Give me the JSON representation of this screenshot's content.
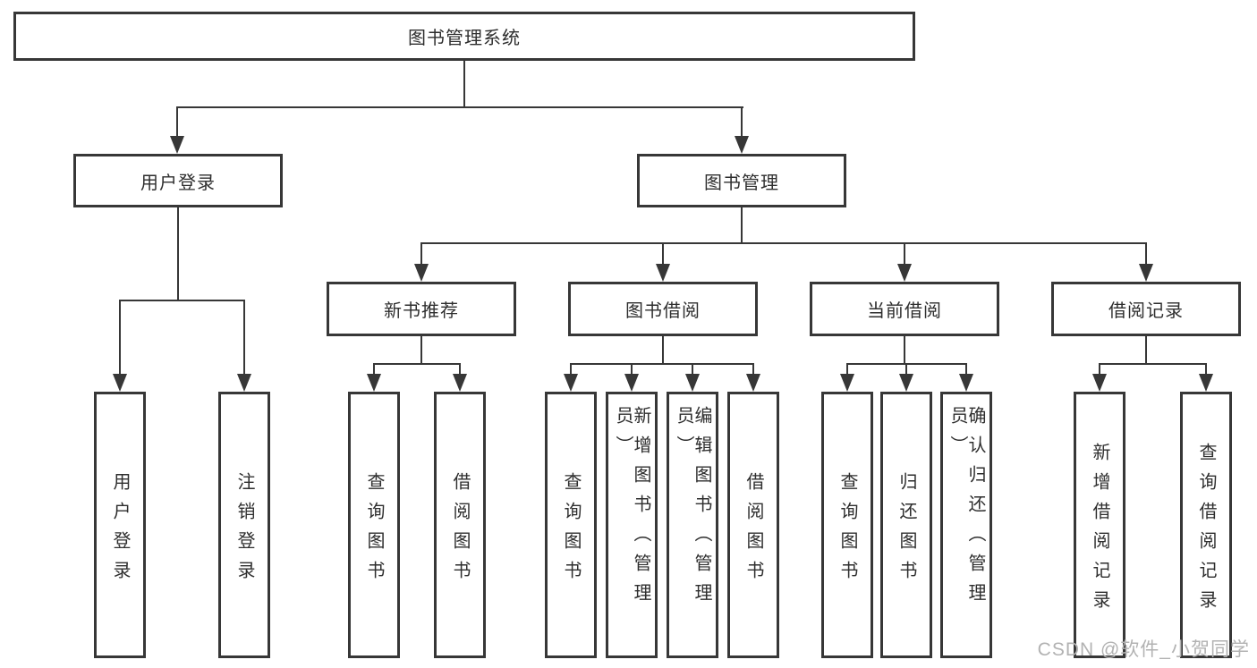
{
  "tree": {
    "root": {
      "label": "图书管理系统"
    },
    "login": {
      "label": "用户登录",
      "children": [
        {
          "label": "用户登录"
        },
        {
          "label": "注销登录"
        }
      ]
    },
    "management": {
      "label": "图书管理",
      "sections": [
        {
          "label": "新书推荐",
          "children": [
            {
              "label": "查询图书"
            },
            {
              "label": "借阅图书"
            }
          ]
        },
        {
          "label": "图书借阅",
          "children": [
            {
              "label": "查询图书"
            },
            {
              "label": "新增图书（管理员）"
            },
            {
              "label": "编辑图书（管理员）"
            },
            {
              "label": "借阅图书"
            }
          ]
        },
        {
          "label": "当前借阅",
          "children": [
            {
              "label": "查询图书"
            },
            {
              "label": "归还图书"
            },
            {
              "label": "确认归还（管理员）"
            }
          ]
        },
        {
          "label": "借阅记录",
          "children": [
            {
              "label": "新增借阅记录"
            },
            {
              "label": "查询借阅记录"
            }
          ]
        }
      ]
    }
  },
  "watermark": "CSDN @软件_小贺同学",
  "colors": {
    "line": "#373737",
    "text": "#2e2e2e",
    "watermark": "#b2b2b2",
    "background": "#ffffff"
  }
}
